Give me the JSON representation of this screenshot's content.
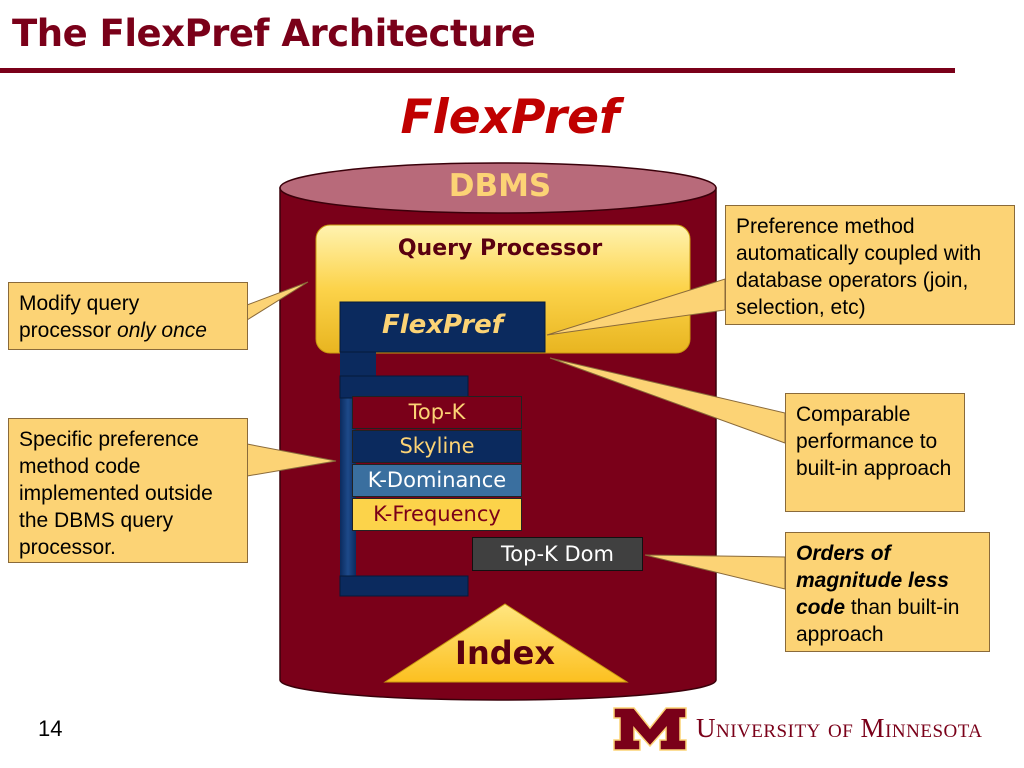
{
  "slide": {
    "title": "The FlexPref Architecture",
    "heading": "FlexPref",
    "page_number": "14"
  },
  "diagram": {
    "dbms_label": "DBMS",
    "query_processor_label": "Query Processor",
    "flexpref_label": "FlexPref",
    "methods": [
      "Top-K",
      "Skyline",
      "K-Dominance",
      "K-Frequency"
    ],
    "extra_method": "Top-K Dom",
    "index_label": "Index"
  },
  "callouts": {
    "modify_prefix": "Modify query processor ",
    "modify_emphasis": "only once",
    "specific": "Specific preference method code implemented outside the DBMS query processor.",
    "preference": "Preference method automatically coupled with database operators (join, selection, etc)",
    "comparable": "Comparable performance to built-in approach",
    "orders_emphasis": "Orders of magnitude less code",
    "orders_suffix": " than built-in approach"
  },
  "footer": {
    "university_name": "University of Minnesota",
    "logo_letter": "M"
  },
  "colors": {
    "maroon": "#7a0019",
    "gold": "#fcd375",
    "dark_navy": "#0b2a5e",
    "steel_blue": "#3a6f9f",
    "callout_fill": "#fcd375"
  }
}
